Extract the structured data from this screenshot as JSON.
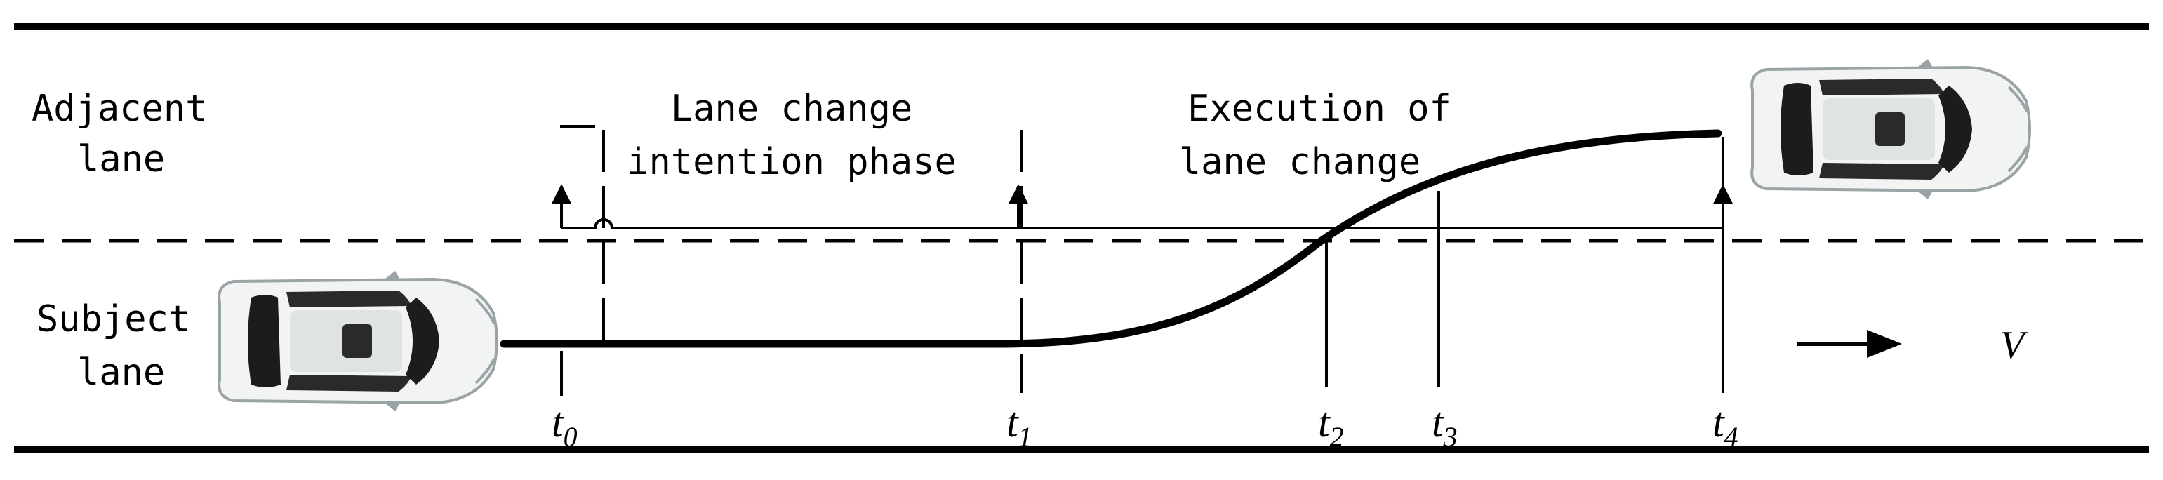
{
  "lanes": {
    "adjacent_label": [
      "Adjacent",
      "lane"
    ],
    "subject_label": [
      "Subject",
      "lane"
    ]
  },
  "phases": {
    "intention": [
      "Lane change",
      "intention phase"
    ],
    "execution": [
      "Execution of",
      "lane change"
    ]
  },
  "time_markers": [
    {
      "letter": "t",
      "sub": "0"
    },
    {
      "letter": "t",
      "sub": "1"
    },
    {
      "letter": "t",
      "sub": "2"
    },
    {
      "letter": "t",
      "sub": "3"
    },
    {
      "letter": "t",
      "sub": "4"
    }
  ],
  "velocity_label": "V",
  "colors": {
    "line": "#000000",
    "car_body": "#f2f4f4",
    "car_glass": "#1c1c1c",
    "background": "#ffffff"
  }
}
